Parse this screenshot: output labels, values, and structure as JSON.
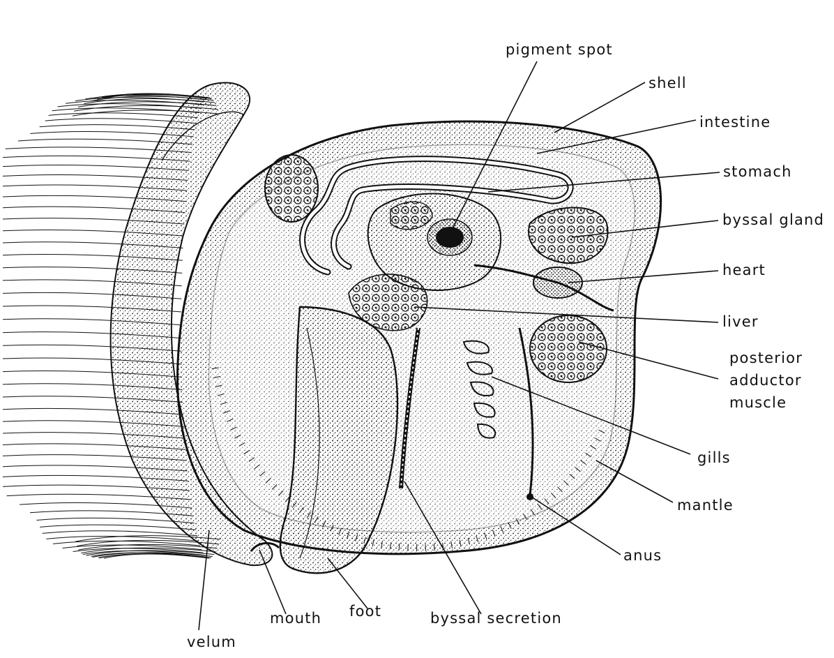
{
  "diagram": {
    "labels": {
      "pigment_spot": "pigment spot",
      "shell": "shell",
      "intestine": "intestine",
      "stomach": "stomach",
      "byssal_gland": "byssal gland",
      "heart": "heart",
      "liver": "liver",
      "posterior_adductor_muscle": [
        "posterior",
        "adductor",
        "muscle"
      ],
      "gills": "gills",
      "mantle": "mantle",
      "anus": "anus",
      "velum": "velum",
      "mouth": "mouth",
      "foot": "foot",
      "byssal_secretion": "byssal secretion"
    },
    "colors": {
      "ink": "#111111",
      "paper": "#ffffff"
    }
  }
}
